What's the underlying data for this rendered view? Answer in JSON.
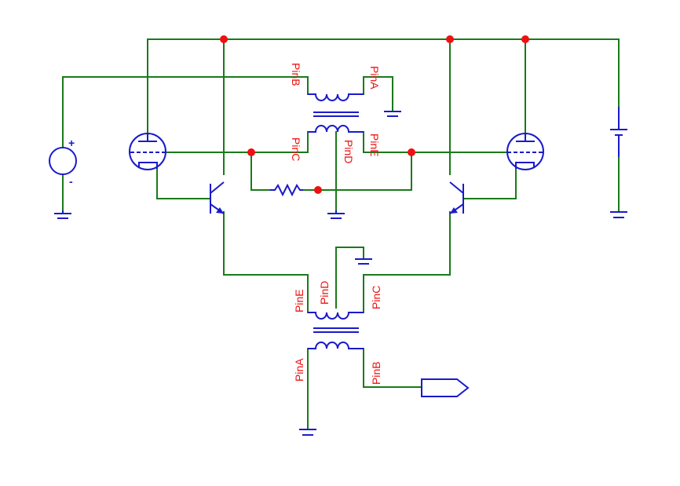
{
  "colors": {
    "wire": "#1a7a1a",
    "component": "#1a1acc",
    "junction": "#ee1111",
    "label": "#ee1111",
    "background": "#ffffff"
  },
  "source": {
    "plus": "+",
    "minus": "-"
  },
  "transformer_top": {
    "pins": {
      "a": "PinA",
      "b": "PinB",
      "c": "PinC",
      "d": "PinD",
      "e": "PinE"
    }
  },
  "transformer_bottom": {
    "pins": {
      "a": "PinA",
      "b": "PinB",
      "c": "PinC",
      "d": "PinD",
      "e": "PinE"
    }
  }
}
